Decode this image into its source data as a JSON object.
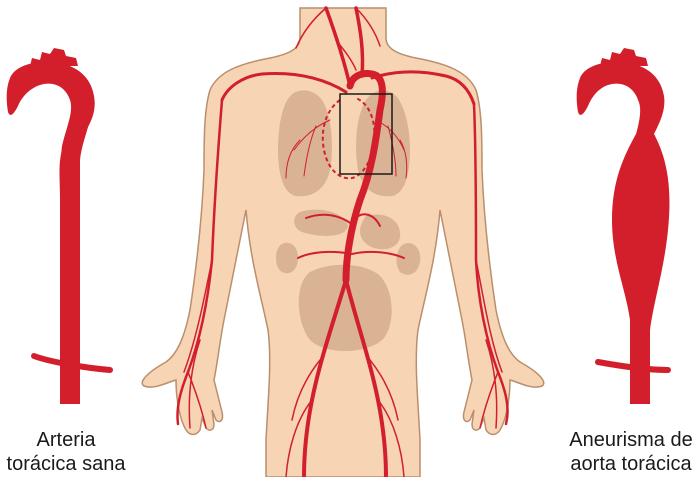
{
  "colors": {
    "skin": "#f7d4b4",
    "skin_outline": "#b98f6e",
    "organ": "#d9b394",
    "artery": "#d21f2b",
    "text": "#1a1a1a",
    "background": "#ffffff"
  },
  "labels": {
    "healthy": {
      "line1": "Arteria",
      "line2": "torácica sana"
    },
    "aneurysm": {
      "line1": "Aneurisma de",
      "line2": "aorta torácica"
    }
  },
  "icons": {
    "healthy_aorta": "healthy-aorta-icon",
    "aneurysm_aorta": "aneurysm-aorta-icon",
    "body": "human-body-silhouette",
    "highlight": "aorta-highlight-box"
  }
}
